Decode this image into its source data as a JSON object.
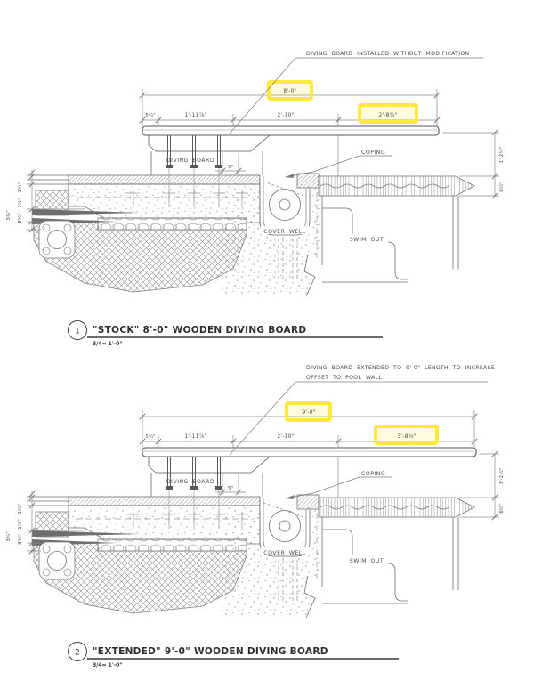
{
  "page": {
    "background": "#ffffff",
    "highlight_color": "#ffe93b",
    "line_color": "#6e6e6e",
    "text_color": "#4a4a4a"
  },
  "detail1": {
    "annotation_line1": "DIVING BOARD INSTALLED WITHOUT MODIFICATION",
    "annotation_line2": "",
    "dim_total": "8'-0\"",
    "dim_seg1": "5¼\"",
    "dim_seg2": "1'-11⅞\"",
    "dim_seg3": "2'-10\"",
    "dim_seg4": "2'-8¾\"",
    "dim_stand": "5\"",
    "label_diving_board": "DIVING BOARD",
    "label_coping": "COPING",
    "label_cover_well": "COVER WELL",
    "label_swim_out": "SWIM OUT",
    "dim_left_chain": "8¾\" - 1½\" - 1¼\"",
    "dim_left_lower": "3¾\"",
    "dim_right_upper": "1'-2½\"",
    "dim_right_lower": "6½\"",
    "callout_number": "1",
    "title": "\"STOCK\"   8'-0\" WOODEN DIVING BOARD",
    "scale": "3/4= 1'-0\""
  },
  "detail2": {
    "annotation_line1": "DIVING BOARD EXTENDED TO 9'-0\" LENGTH TO INCREASE",
    "annotation_line2": "OFFSET TO POOL WALL",
    "dim_total": "9'-0\"",
    "dim_seg1": "5¼\"",
    "dim_seg2": "1'-11⅞\"",
    "dim_seg3": "2'-10\"",
    "dim_seg4": "3'-8¾\"",
    "dim_stand": "5\"",
    "label_diving_board": "DIVING BOARD",
    "label_coping": "COPING",
    "label_cover_well": "COVER WELL",
    "label_swim_out": "SWIM OUT",
    "dim_left_chain": "8¾\" - 1½\" - 1¼\"",
    "dim_left_lower": "3¾\"",
    "dim_right_upper": "1'-2½\"",
    "dim_right_lower": "6½\"",
    "callout_number": "2",
    "title": "\"EXTENDED\"   9'-0\" WOODEN DIVING BOARD",
    "scale": "3/4= 1'-0\""
  }
}
